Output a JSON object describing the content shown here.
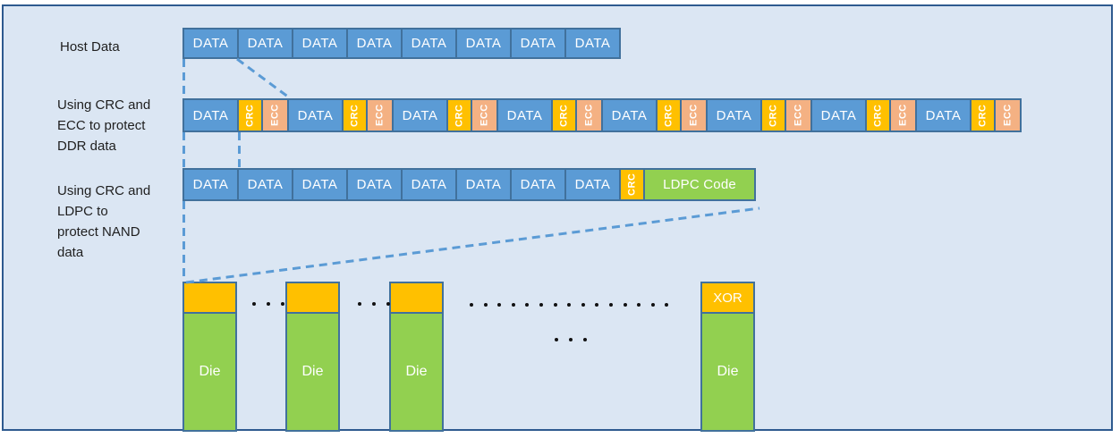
{
  "labels": {
    "host": "Host Data",
    "ddr_protection": [
      "Using CRC and",
      "ECC to protect",
      "DDR data"
    ],
    "nand_protection": [
      "Using CRC and",
      "LDPC to",
      "protect NAND",
      "data"
    ]
  },
  "host_row": {
    "blocks": [
      "DATA",
      "DATA",
      "DATA",
      "DATA",
      "DATA",
      "DATA",
      "DATA",
      "DATA"
    ]
  },
  "ddr_row": {
    "groups": [
      {
        "data": "DATA",
        "crc": "CRC",
        "ecc": "ECC"
      },
      {
        "data": "DATA",
        "crc": "CRC",
        "ecc": "ECC"
      },
      {
        "data": "DATA",
        "crc": "CRC",
        "ecc": "ECC"
      },
      {
        "data": "DATA",
        "crc": "CRC",
        "ecc": "ECC"
      },
      {
        "data": "DATA",
        "crc": "CRC",
        "ecc": "ECC"
      },
      {
        "data": "DATA",
        "crc": "CRC",
        "ecc": "ECC"
      },
      {
        "data": "DATA",
        "crc": "CRC",
        "ecc": "ECC"
      },
      {
        "data": "DATA",
        "crc": "CRC",
        "ecc": "ECC"
      }
    ]
  },
  "nand_row": {
    "data_blocks": [
      "DATA",
      "DATA",
      "DATA",
      "DATA",
      "DATA",
      "DATA",
      "DATA",
      "DATA"
    ],
    "crc_label": "CRC",
    "ldpc_label": "LDPC Code"
  },
  "dies": [
    {
      "top_label": "",
      "die_label": "Die"
    },
    {
      "top_label": "",
      "die_label": "Die"
    },
    {
      "top_label": "",
      "die_label": "Die"
    },
    {
      "top_label": "XOR",
      "die_label": "Die"
    }
  ],
  "ellipses": {
    "between_die_1_2": 3,
    "between_die_2_3": 3,
    "long_row": 15,
    "lower_row": 3
  },
  "colors": {
    "panel_background": "#dbe6f3",
    "panel_border": "#2e5a8f",
    "block_blue": "#5b9bd5",
    "block_border": "#41719c",
    "crc_gold": "#ffc000",
    "ecc_salmon": "#f4b183",
    "green": "#92d050",
    "connector_blue": "#5b9bd5",
    "label_text": "#1f1f1f",
    "dot_black": "#111111"
  }
}
